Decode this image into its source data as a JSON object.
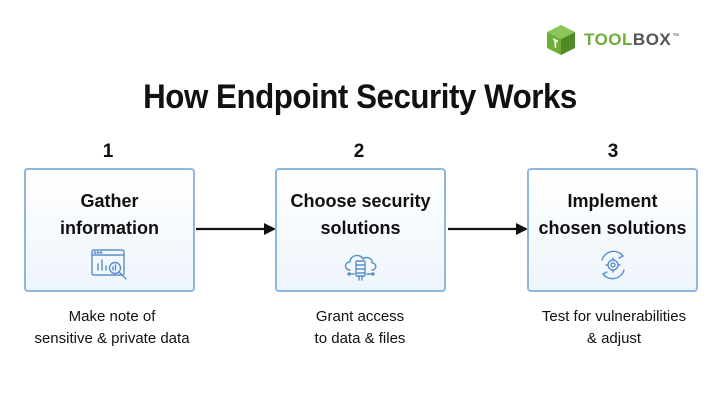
{
  "brand": {
    "logo_text_1": "TOOL",
    "logo_text_2": "BOX",
    "trademark": "™",
    "accent_color": "#6cae37"
  },
  "title": "How Endpoint Security Works",
  "steps": [
    {
      "number": "1",
      "label": "Gather\ninformation",
      "icon": "data-analysis-magnifier-icon",
      "description": "Make note of\nsensitive & private data"
    },
    {
      "number": "2",
      "label": "Choose security\nsolutions",
      "icon": "cloud-server-shield-icon",
      "description": "Grant access\nto data & files"
    },
    {
      "number": "3",
      "label": "Implement\nchosen solutions",
      "icon": "gear-cycle-arrows-icon",
      "description": "Test for vulnerabilities\n& adjust"
    }
  ],
  "colors": {
    "box_border": "#8fb6dd",
    "icon_stroke": "#5b8fc9",
    "arrow": "#111111"
  }
}
